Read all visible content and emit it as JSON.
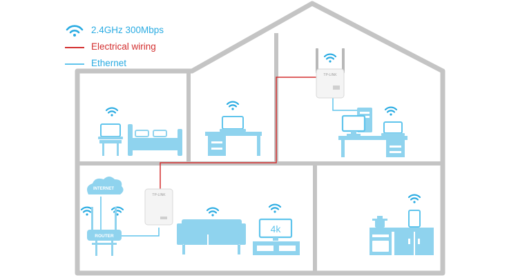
{
  "legend": {
    "wifi": "2.4GHz 300Mbps",
    "electrical": "Electrical wiring",
    "ethernet": "Ethernet"
  },
  "labels": {
    "internet": "INTERNET",
    "router": "ROUTER",
    "tv": "4k",
    "brand_left": "TP-LINK",
    "brand_ext": "TP-LINK"
  },
  "colors": {
    "furniture": "#8fd3ee",
    "ethernet": "#5fc4ec",
    "electrical": "#d32f2f",
    "house_outline": "#c4c4c4",
    "legend_text": "#29abe2",
    "legend_red": "#d32f2f"
  },
  "icons": [
    "wifi-icon",
    "cloud-icon",
    "laptop-icon",
    "monitor-icon",
    "tablet-icon",
    "tower-pc-icon",
    "tv-icon",
    "bed-icon",
    "sofa-icon",
    "stove-icon"
  ]
}
